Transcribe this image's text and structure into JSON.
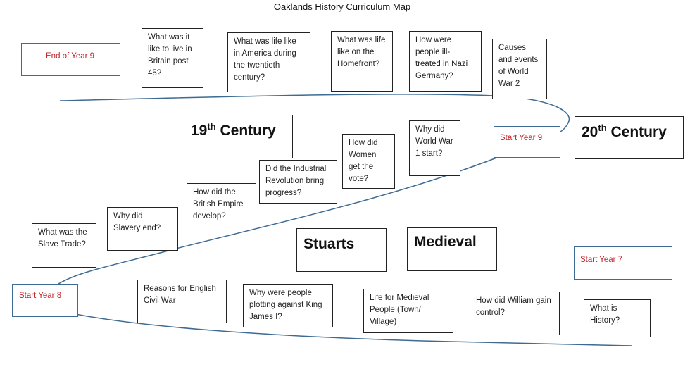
{
  "title": "Oaklands History Curriculum Map",
  "colors": {
    "start_text": "#c0262e",
    "start_border": "#3e6b94",
    "path_line": "#3e6b94"
  },
  "markers": {
    "end_year_9": "End of Year 9",
    "start_year_9": "Start Year 9",
    "start_year_8": "Start Year 8",
    "start_year_7": "Start Year 7"
  },
  "eras": {
    "nineteenth": {
      "base": "19",
      "sup": "th",
      "rest": " Century"
    },
    "twentieth": {
      "base": "20",
      "sup": "th",
      "rest": " Century"
    },
    "stuarts": "Stuarts",
    "medieval": "Medieval"
  },
  "questions": {
    "britain_post_45": "What was it like to live in Britain post 45?",
    "america_20th": "What was life like in America during the twentieth century?",
    "homefront": "What was life like on the Homefront?",
    "nazi_germany": "How were people ill-treated in Nazi Germany?",
    "ww2_causes": "Causes and events of World War 2",
    "ww1_start": "Why did World War 1 start?",
    "women_vote": "How did Women get the vote?",
    "industrial_rev": "Did the Industrial Revolution bring progress?",
    "british_empire": "How did the British Empire develop?",
    "slavery_end": "Why did Slavery end?",
    "slave_trade": "What was the Slave Trade?",
    "civil_war": "Reasons for English Civil War",
    "plot_james": "Why were people plotting against King James I?",
    "medieval_life": "Life for Medieval People (Town/ Village)",
    "william_control": "How did William gain control?",
    "what_is_history": "What is History?"
  }
}
